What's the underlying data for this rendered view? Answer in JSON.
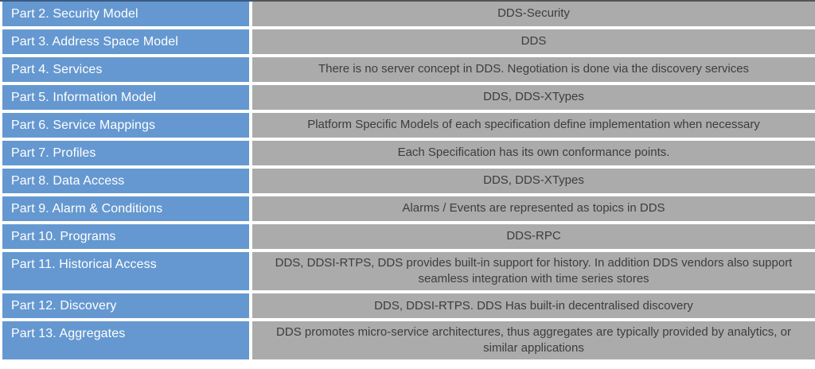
{
  "table": {
    "description": "Mapping of specification parts to DDS capabilities",
    "columns": [
      "part",
      "dds_mapping"
    ],
    "rows": [
      {
        "part": "Part 2. Security Model",
        "dds_mapping": "DDS-Security"
      },
      {
        "part": "Part 3. Address Space Model",
        "dds_mapping": "DDS"
      },
      {
        "part": "Part 4. Services",
        "dds_mapping": "There is no server concept in DDS. Negotiation is done via the discovery services"
      },
      {
        "part": "Part 5. Information Model",
        "dds_mapping": "DDS, DDS-XTypes"
      },
      {
        "part": "Part 6. Service Mappings",
        "dds_mapping": "Platform Specific Models of each specification define implementation when necessary"
      },
      {
        "part": "Part 7. Profiles",
        "dds_mapping": "Each Specification has its own conformance points."
      },
      {
        "part": "Part 8. Data Access",
        "dds_mapping": "DDS, DDS-XTypes"
      },
      {
        "part": "Part 9. Alarm & Conditions",
        "dds_mapping": "Alarms / Events are represented as topics in DDS"
      },
      {
        "part": "Part 10. Programs",
        "dds_mapping": "DDS-RPC"
      },
      {
        "part": "Part 11. Historical Access",
        "dds_mapping": "DDS, DDSI-RTPS, DDS provides built-in support for history. In addition DDS vendors also support seamless integration with time series stores"
      },
      {
        "part": "Part 12. Discovery",
        "dds_mapping": "DDS, DDSI-RTPS. DDS Has built-in decentralised discovery"
      },
      {
        "part": "Part 13. Aggregates",
        "dds_mapping": "DDS promotes micro-service architectures, thus aggregates are typically provided by analytics, or similar applications"
      }
    ]
  },
  "colors": {
    "part_cell_bg": "#6598d0",
    "mapping_cell_bg": "#ababab",
    "part_text": "#ffffff",
    "mapping_text": "#3d3d3d",
    "border": "#ffffff",
    "top_edge_left": "#3a5a80",
    "top_edge_right": "#555555"
  }
}
